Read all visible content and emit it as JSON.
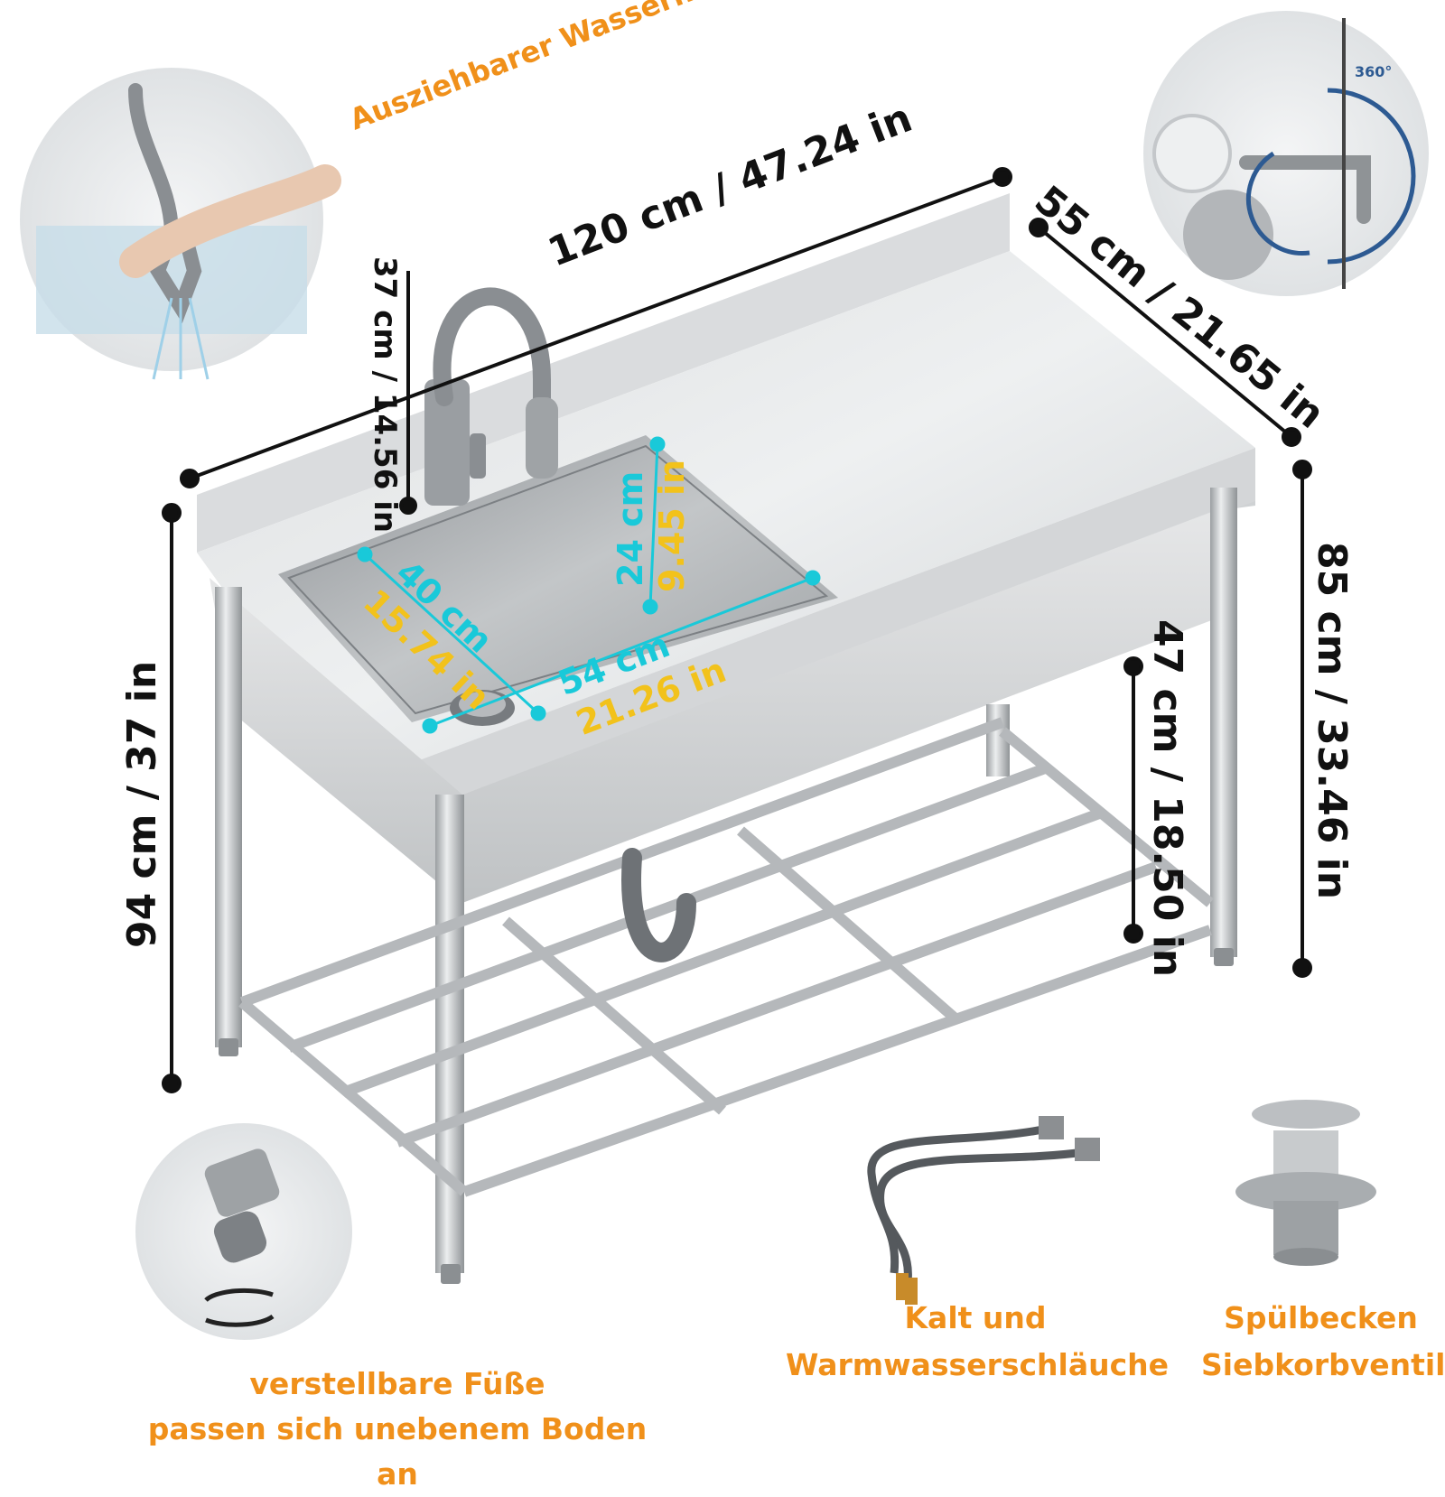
{
  "labels": {
    "faucet_feature": "Ausziehbarer Wasserhahn",
    "feet_line1": "verstellbare Füße",
    "feet_line2": "passen sich unebenem Boden an",
    "hoses_line1": "Kalt und",
    "hoses_line2": "Warmwasserschläuche",
    "strainer_line1": "Spülbecken",
    "strainer_line2": "Siebkorbventil"
  },
  "badges": {
    "rotation": "360°"
  },
  "dimensions": {
    "length": "120 cm / 47.24 in",
    "depth": "55 cm / 21.65 in",
    "backsplash_height": "37 cm / 14.56 in",
    "total_height": "94 cm / 37 in",
    "counter_height": "85 cm / 33.46 in",
    "shelf_height": "47 cm / 18.50 in",
    "basin_width_cm": "40 cm",
    "basin_width_in": "15.74 in",
    "basin_depth_cm": "24 cm",
    "basin_depth_in": "9.45 in",
    "basin_length_cm": "54 cm",
    "basin_length_in": "21.26 in"
  },
  "colors": {
    "accent_orange": "#f0901a",
    "measure_cyan": "#19c9d9",
    "measure_yellow": "#f2c21b",
    "steel": "#c9cbcd"
  }
}
